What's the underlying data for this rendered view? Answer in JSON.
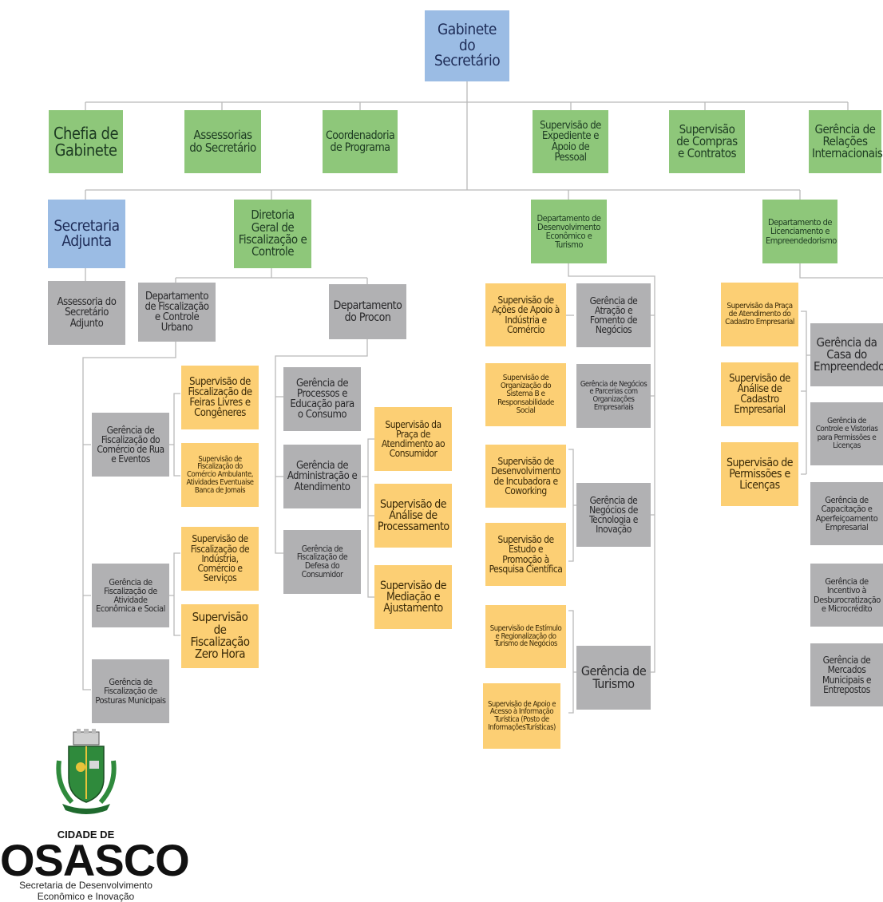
{
  "root": {
    "label": "Gabinete do Secretário"
  },
  "level1": {
    "chefia": "Chefia de Gabinete",
    "assessorias": "Assessorias do Secretário",
    "coordenadoria": "Coordenadoria de Programa",
    "expediente": "Supervisão de Expediente e Apoio de Pessoal",
    "compras": "Supervisão de Compras e Contratos",
    "relacoes": "Gerência de Relações Internacionais"
  },
  "level2": {
    "adjunta": "Secretaria Adjunta",
    "diretoria": "Diretoria Geral de Fiscalização e Controle",
    "desenvolvimento": "Departamento de Desenvolvimento Econômico e Turismo",
    "licenciamento": "Departamento de Licenciamento e Empreendedorismo"
  },
  "adjunta_branch": {
    "assessoria": "Assessoria do Secretário Adjunto"
  },
  "fiscalizacao": {
    "dept": "Departamento de Fiscalização e Controle Urbano",
    "g_comercio": "Gerência de Fiscalização do Comércio de Rua e Eventos",
    "g_atividade": "Gerência de Fiscalização de Atividade Econômica e Social",
    "g_posturas": "Gerência de Fiscalização de Posturas Municipais",
    "s_feiras": "Supervisão de Fiscalização de Feiras Livres e Congêneres",
    "s_ambulante": "Supervisão de Fiscalização do Comércio Ambulante, Atividades Eventuaise Banca de Jornais",
    "s_industria": "Supervisão de Fiscalização de Indústria, Comércio e Serviços",
    "s_zero": "Supervisão de Fiscalização Zero Hora"
  },
  "procon": {
    "dept": "Departamento do Procon",
    "g_processos": "Gerência de Processos e Educação para o Consumo",
    "g_admin": "Gerência de Administração e Atendimento",
    "g_defesa": "Gerência de Fiscalização de Defesa do Consumidor",
    "s_praca": "Supervisão da Praça de Atendimento ao Consumidor",
    "s_analise": "Supervisão de Análise de Processamento",
    "s_mediacao": "Supervisão de Mediação e Ajustamento"
  },
  "desenv": {
    "s_acoes": "Supervisão de Ações de Apoio à Indústria e Comércio",
    "s_organizacao": "Supervisão de Organização do Sistema B e Responsabilidade Social",
    "s_incubadora": "Supervisão de Desenvolvimento de Incubadora e Coworking",
    "s_estudo": "Supervisão de Estudo e Promoção à Pesquisa Científica",
    "s_estimulo": "Supervisão de Estímulo e Regionalização do Turismo de Negócios",
    "s_apoio": "Supervisão de Apoio e Acesso à Informação Turística (Posto de InformaçõesTurísticas)",
    "g_atracao": "Gerência de Atração e Fomento de Negócios",
    "g_negocios": "Gerência de Negócios e Parcerias com Organizações Empresariais",
    "g_tecnologia": "Gerência de Negócios de Tecnologia e Inovação",
    "g_turismo": "Gerência de Turismo"
  },
  "licenc": {
    "s_praca": "Supervisão da Praça de Atendimento do Cadastro Empresarial",
    "s_analise": "Supervisão de Análise de Cadastro Empresarial",
    "s_permissoes": "Supervisão de Permissões e Licenças",
    "g_casa": "Gerência da Casa do Empreendedor",
    "g_controle": "Gerência de Controle e Vistorias para Permissões e Licenças",
    "g_capacitacao": "Gerência de Capacitação e Aperfeiçoamento Empresarial",
    "g_incentivo": "Gerência de Incentivo à Desburocratização e Microcrédito",
    "g_mercados": "Gerência de Mercados Municipais e Entrepostos"
  },
  "logo": {
    "cidade": "CIDADE DE",
    "name": "OSASCO",
    "sec_line1": "Secretaria de Desenvolvimento",
    "sec_line2": "Econômico e Inovação"
  },
  "colors": {
    "blue": "#9bbce4",
    "green": "#8ec77a",
    "gray": "#b1b1b3",
    "yellow": "#fccf74",
    "line": "#b9b9b9"
  }
}
